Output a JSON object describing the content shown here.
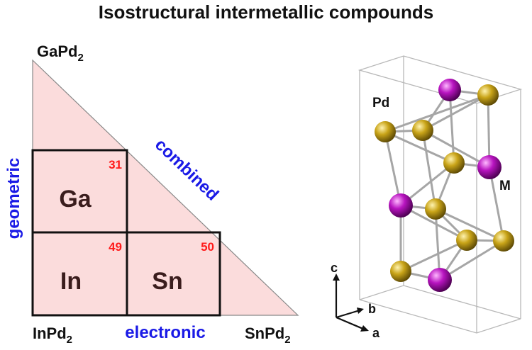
{
  "title": "Isostructural intermetallic compounds",
  "colors": {
    "triangle_fill": "#fbdcdc",
    "triangle_edge": "#888888",
    "box_line": "#111111",
    "blue_label": "#1a1ae6",
    "red_number": "#ff1a1a",
    "pd_atom": "#b8940c",
    "m_atom": "#b010b8",
    "bond": "#a6a6a6",
    "cell_edge": "#b8b8b8"
  },
  "corners": {
    "top": {
      "base": "GaPd",
      "sub": "2"
    },
    "bottom_left": {
      "base": "InPd",
      "sub": "2"
    },
    "bottom_right": {
      "base": "SnPd",
      "sub": "2"
    }
  },
  "edge_labels": {
    "left": "geometric",
    "bottom": "electronic",
    "hypotenuse": "combined"
  },
  "elements": [
    {
      "symbol": "Ga",
      "number": "31"
    },
    {
      "symbol": "In",
      "number": "49"
    },
    {
      "symbol": "Sn",
      "number": "50"
    }
  ],
  "crystal": {
    "label_pd": "Pd",
    "label_m": "M",
    "axes": {
      "c": "c",
      "b": "b",
      "a": "a"
    }
  }
}
